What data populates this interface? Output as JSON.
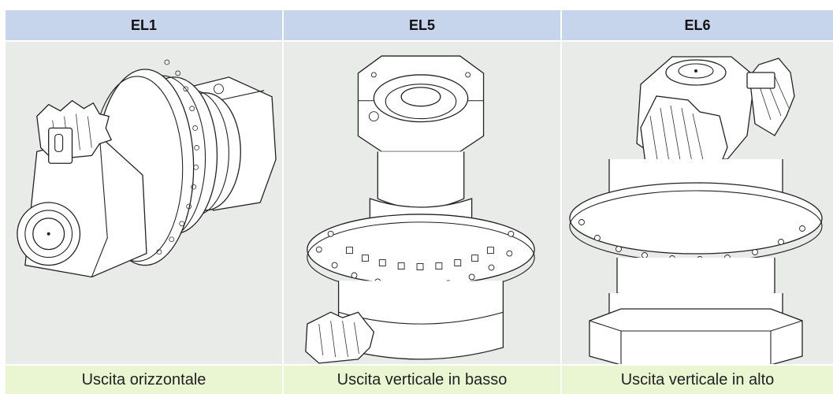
{
  "columns": [
    {
      "header": "EL1",
      "caption": "Uscita orizzontale"
    },
    {
      "header": "EL5",
      "caption": "Uscita verticale in basso"
    },
    {
      "header": "EL6",
      "caption": "Uscita verticale in alto"
    }
  ]
}
